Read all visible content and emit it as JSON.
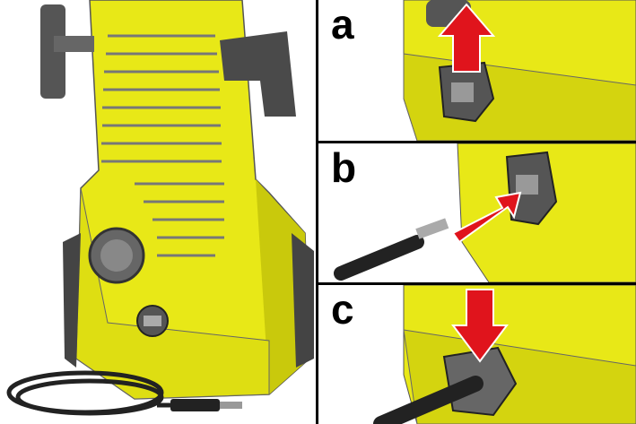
{
  "steps": [
    {
      "label": "a"
    },
    {
      "label": "b"
    },
    {
      "label": "c"
    }
  ],
  "colors": {
    "body_yellow": "#e8e817",
    "shadow_yellow": "#c9c90c",
    "dark_grey": "#4a4a4a",
    "arrow_red": "#e0141c"
  }
}
